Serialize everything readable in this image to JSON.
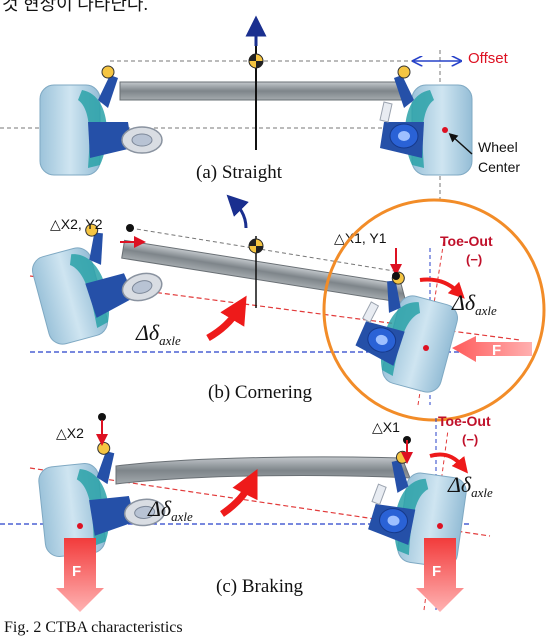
{
  "top_fragment": "것 현상이 나타난다.",
  "caption": "Fig.  2  CTBA characteristics",
  "colors": {
    "wheel": "#b7d6e8",
    "wheel_edge": "#7fa9c3",
    "axle": "#8d9397",
    "bracket_blue": "#2550a8",
    "bracket_teal": "#2aa2a8",
    "red": "#dd1122",
    "dark_red": "#c0102a",
    "orange": "#f28c28",
    "navy": "#1a2f8f",
    "blue_line": "#2742c9",
    "f_arrow": "#ff6b6b"
  },
  "panels": {
    "straight": {
      "label": "(a) Straight",
      "offset_label": "Offset",
      "wheel_center_line1": "Wheel",
      "wheel_center_line2": "Center"
    },
    "cornering": {
      "label": "(b) Cornering",
      "left_point": "△X2, Y2",
      "right_point": "△X1, Y1",
      "toe_out_line1": "Toe-Out",
      "toe_out_line2": "(−)",
      "delta_left": "Δδaxle",
      "delta_right": "Δδaxle",
      "force": "F"
    },
    "braking": {
      "label": "(c) Braking",
      "left_point": "△X2",
      "right_point": "△X1",
      "toe_out_line1": "Toe-Out",
      "toe_out_line2": "(−)",
      "delta_left": "Δδaxle",
      "delta_right": "Δδaxle",
      "force_left": "F",
      "force_right": "F"
    }
  }
}
